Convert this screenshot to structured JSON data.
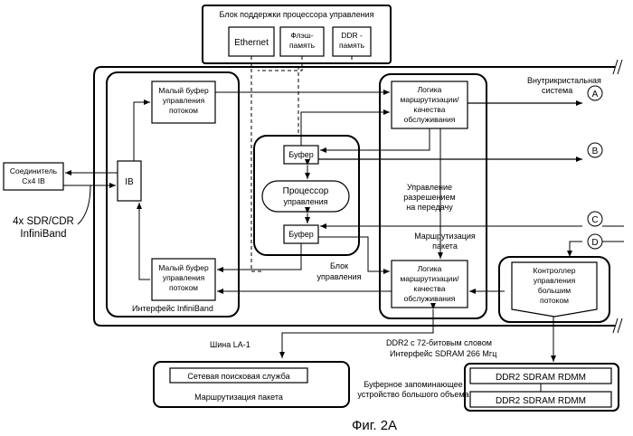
{
  "support_block": {
    "title": "Блок поддержки процессора управления",
    "ethernet": "Ethernet",
    "flash": [
      "Флэш-",
      "память"
    ],
    "ddr": [
      "DDR -",
      "память"
    ]
  },
  "connector": [
    "Соединитель",
    "Cx4 IB"
  ],
  "ib_label": "IB",
  "link_label": [
    "4x SDR/CDR",
    "InfiniBand"
  ],
  "buffer_top": [
    "Малый буфер",
    "управления",
    "потоком"
  ],
  "buffer_bottom": [
    "Малый буфер",
    "управления",
    "потоком"
  ],
  "ib_interface_label": "Интерфейс InfiniBand",
  "buffer_a": "Буфер",
  "buffer_b": "Буфер",
  "processor": [
    "Процессор",
    "управления"
  ],
  "control_block_label": [
    "Блок",
    "управления"
  ],
  "logic_top": [
    "Логика",
    "маршрутизации/",
    "качества",
    "обслуживания"
  ],
  "logic_bottom": [
    "Логика",
    "маршрутизации/",
    "качества",
    "обслуживания"
  ],
  "admission": [
    "Управление",
    "разрешением",
    "на передачу"
  ],
  "packet_routing_label": [
    "Маршрутизация",
    "пакета"
  ],
  "intercrystal": [
    "Внутрикристальная",
    "система"
  ],
  "connectors": [
    "A",
    "B",
    "C",
    "D"
  ],
  "flow_controller": [
    "Контроллер",
    "управления",
    "большим",
    "потоком"
  ],
  "bus_label": "Шина LA-1",
  "search_block": {
    "service": "Сетевая поисковая служба",
    "routing": "Маршрутизация пакета"
  },
  "ddr2_label": [
    "DDR2 с 72-битовым словом",
    "Интерфейс SDRAM 266 Мгц"
  ],
  "storage_label": [
    "Буферное запоминающее",
    "устройство большого объема"
  ],
  "rdimm": [
    "DDR2 SDRAM RDMM",
    "DDR2 SDRAM RDMM"
  ],
  "caption": "Фиг. 2A"
}
